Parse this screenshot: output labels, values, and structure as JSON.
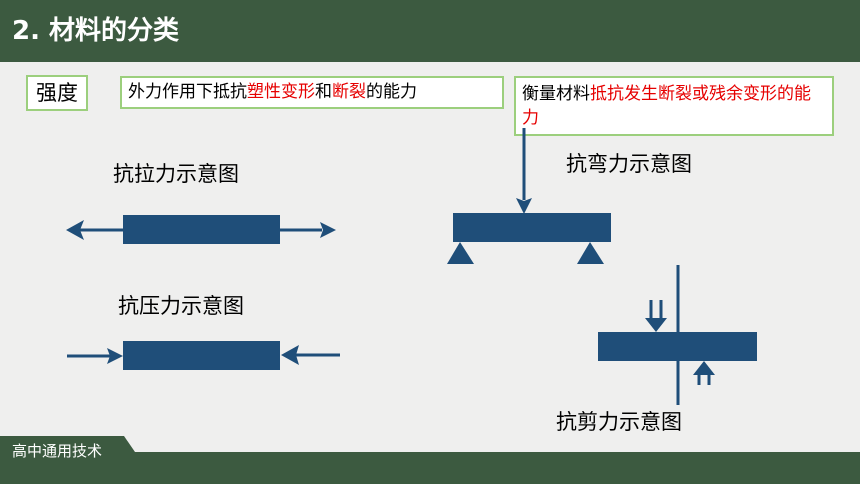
{
  "header": {
    "title": "2. 材料的分类"
  },
  "term": {
    "label": "强度"
  },
  "definition_1": {
    "part1": "外力作用下抵抗",
    "part2_red": "塑性变形",
    "part3": "和",
    "part4_red": "断裂",
    "part5": "的能力"
  },
  "definition_2": {
    "part1": "衡量材料",
    "part2_red": "抵抗发生断裂或残余变形的能力"
  },
  "diagrams": {
    "tension_label": "抗拉力示意图",
    "compression_label": "抗压力示意图",
    "bending_label": "抗弯力示意图",
    "shear_label": "抗剪力示意图"
  },
  "colors": {
    "header_bg": "#3c5a40",
    "diagram_blue": "#1f4e79",
    "box_border": "#9ccf7d",
    "highlight_red": "#e60000"
  },
  "footer": {
    "label": "高中通用技术"
  }
}
